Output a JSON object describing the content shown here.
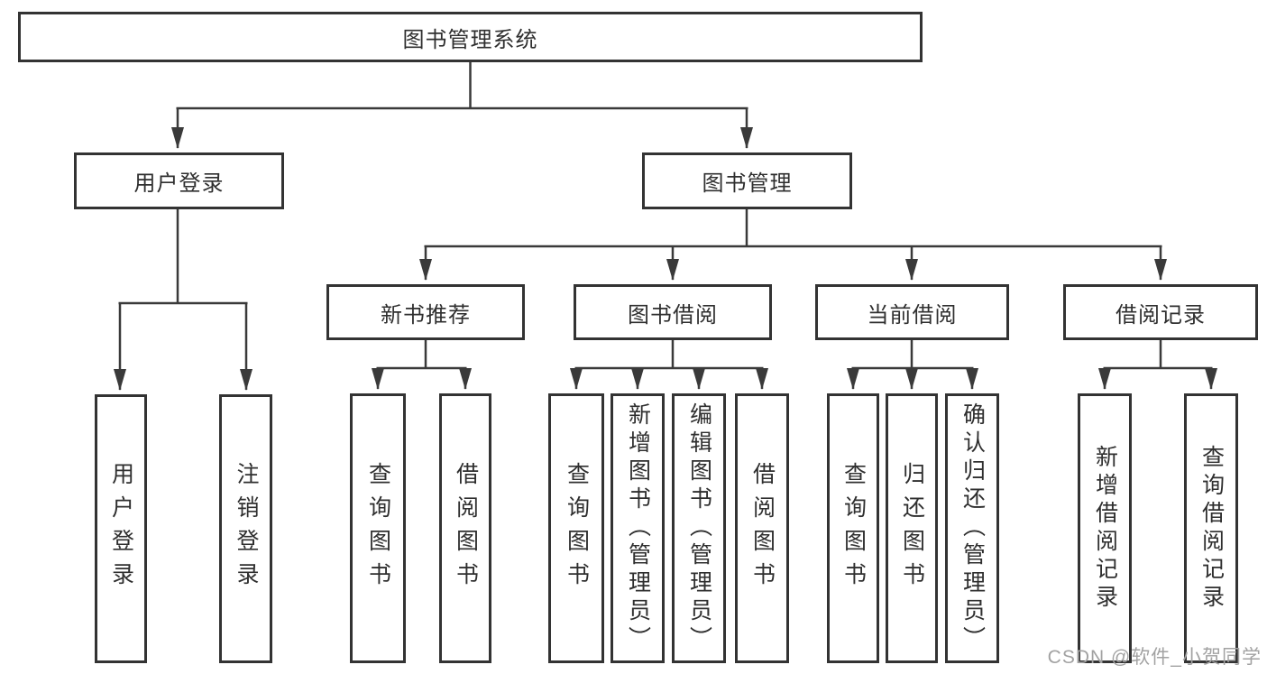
{
  "tree": {
    "label": "图书管理系统",
    "children": [
      {
        "label": "用户登录",
        "children": [
          {
            "label": "用户登录"
          },
          {
            "label": "注销登录"
          }
        ]
      },
      {
        "label": "图书管理",
        "children": [
          {
            "label": "新书推荐",
            "children": [
              {
                "label": "查询图书"
              },
              {
                "label": "借阅图书"
              }
            ]
          },
          {
            "label": "图书借阅",
            "children": [
              {
                "label": "查询图书"
              },
              {
                "label": "新增图书（管理员）"
              },
              {
                "label": "编辑图书（管理员）"
              },
              {
                "label": "借阅图书"
              }
            ]
          },
          {
            "label": "当前借阅",
            "children": [
              {
                "label": "查询图书"
              },
              {
                "label": "归还图书"
              },
              {
                "label": "确认归还（管理员）"
              }
            ]
          },
          {
            "label": "借阅记录",
            "children": [
              {
                "label": "新增借阅记录"
              },
              {
                "label": "查询借阅记录"
              }
            ]
          }
        ]
      }
    ]
  },
  "watermark": "CSDN @软件_小贺同学",
  "colors": {
    "line": "#3a3a3a",
    "border": "#333333",
    "text": "#2f2f2f",
    "watermark": "#a2a2a2",
    "background": "#ffffff"
  }
}
